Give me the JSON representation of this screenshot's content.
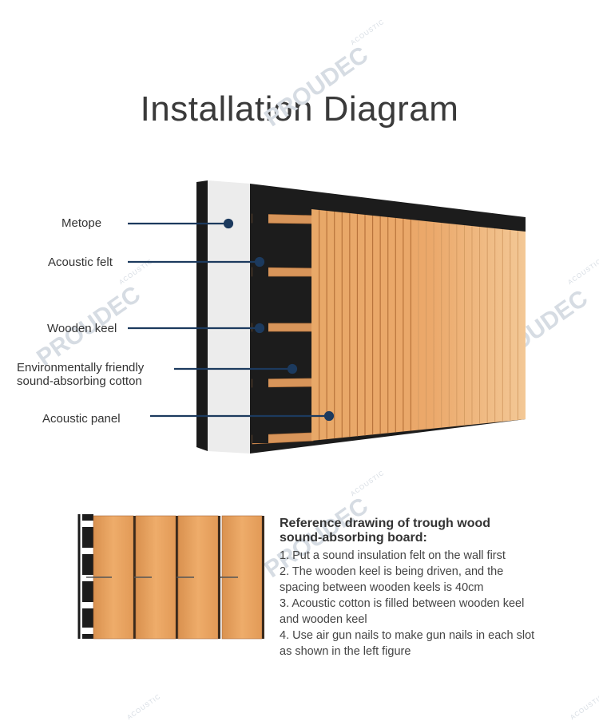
{
  "title": "Installation Diagram",
  "watermark": {
    "brand": "PROUDEC",
    "sub": "ACOUSTIC"
  },
  "labels": {
    "metope": "Metope",
    "acoustic_felt": "Acoustic felt",
    "wooden_keel": "Wooden keel",
    "cotton_line1": "Environmentally friendly",
    "cotton_line2": "sound-absorbing cotton",
    "acoustic_panel": "Acoustic panel"
  },
  "reference": {
    "heading_line1": "Reference drawing of trough wood",
    "heading_line2": "sound-absorbing board:",
    "steps": [
      "1. Put a sound insulation felt on the wall first",
      "2. The wooden keel is being driven, and the",
      "spacing between wooden keels is 40cm",
      "3. Acoustic cotton is filled between wooden keel",
      "and wooden keel",
      "4. Use air gun nails to make gun nails in each slot",
      "as shown in the left figure"
    ]
  },
  "colors": {
    "leader": "#1c3a5e",
    "wall": "#eeeeee",
    "felt": "#1c1c1c",
    "wood": "#e3a464",
    "wood_dark": "#c8844a",
    "text": "#333333"
  }
}
